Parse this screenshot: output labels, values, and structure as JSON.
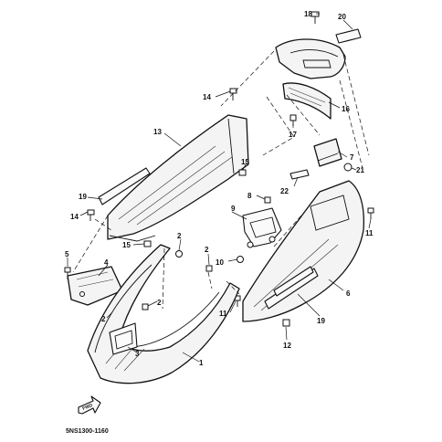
{
  "diagram": {
    "drawing_code": "5NS1300-1160",
    "forward_marker": "FWD",
    "callouts": {
      "c1": "1",
      "c2a": "2",
      "c2b": "2",
      "c2c": "2",
      "c2d": "2",
      "c3": "3",
      "c4": "4",
      "c5": "5",
      "c6": "6",
      "c7": "7",
      "c8": "8",
      "c9": "9",
      "c10": "10",
      "c11a": "11",
      "c11b": "11",
      "c12": "12",
      "c13": "13",
      "c14a": "14",
      "c14b": "14",
      "c15a": "15",
      "c15b": "15",
      "c16": "16",
      "c17": "17",
      "c18": "18",
      "c19a": "19",
      "c19b": "19",
      "c20": "20",
      "c21": "21",
      "c22": "22"
    }
  }
}
